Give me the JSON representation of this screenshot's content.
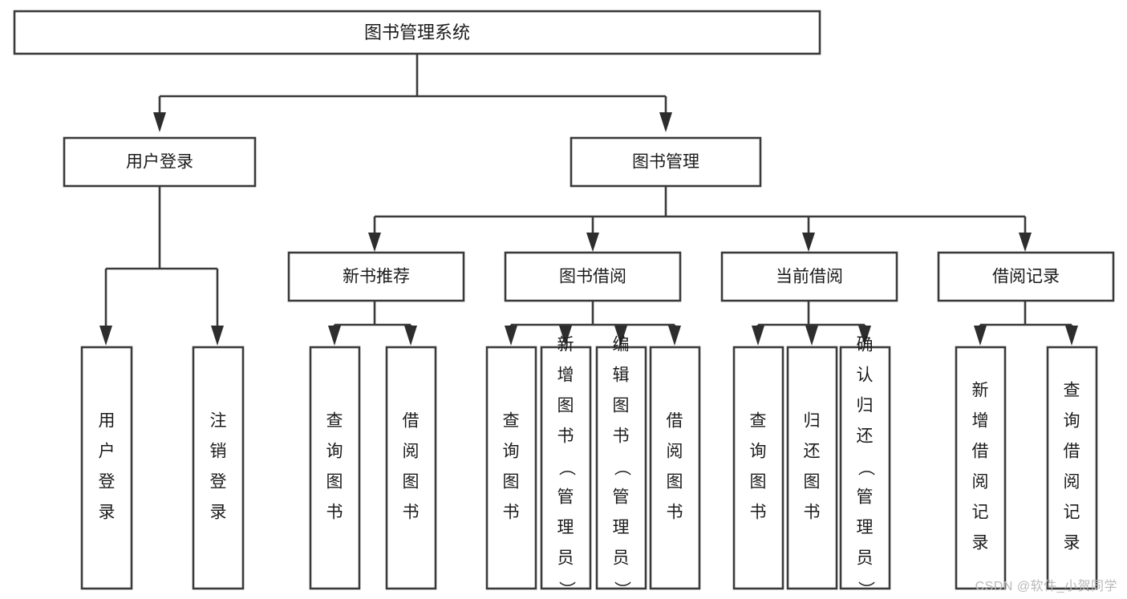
{
  "diagram": {
    "kind": "tree-hierarchy",
    "title": "图书管理系统",
    "watermark": "CSDN @软件_小贺同学",
    "colors": {
      "box_stroke": "#3a3a3a",
      "box_fill": "#ffffff",
      "connector": "#3a3a3a",
      "text": "#1b1b1b",
      "watermark": "#b9b9b9",
      "background": "#ffffff"
    }
  },
  "nodes": {
    "root": {
      "label": "图书管理系统",
      "level": 0
    },
    "level1": [
      {
        "id": "user-login",
        "label": "用户登录"
      },
      {
        "id": "book-manage",
        "label": "图书管理"
      }
    ],
    "level2": [
      {
        "id": "new-book-recommend",
        "label": "新书推荐",
        "parent": "book-manage"
      },
      {
        "id": "book-borrow",
        "label": "图书借阅",
        "parent": "book-manage"
      },
      {
        "id": "current-borrow",
        "label": "当前借阅",
        "parent": "book-manage"
      },
      {
        "id": "borrow-record",
        "label": "借阅记录",
        "parent": "book-manage"
      }
    ],
    "leaves": [
      {
        "id": "leaf-user-login",
        "label": "用户登录",
        "parent": "user-login"
      },
      {
        "id": "leaf-logout",
        "label": "注销登录",
        "parent": "user-login"
      },
      {
        "id": "leaf-query-book-1",
        "label": "查询图书",
        "parent": "new-book-recommend"
      },
      {
        "id": "leaf-borrow-book-1",
        "label": "借阅图书",
        "parent": "new-book-recommend"
      },
      {
        "id": "leaf-query-book-2",
        "label": "查询图书",
        "parent": "book-borrow"
      },
      {
        "id": "leaf-add-book",
        "label": "新增图书（管理员）",
        "parent": "book-borrow"
      },
      {
        "id": "leaf-edit-book",
        "label": "编辑图书（管理员）",
        "parent": "book-borrow"
      },
      {
        "id": "leaf-borrow-book-2",
        "label": "借阅图书",
        "parent": "book-borrow"
      },
      {
        "id": "leaf-query-book-3",
        "label": "查询图书",
        "parent": "current-borrow"
      },
      {
        "id": "leaf-return-book",
        "label": "归还图书",
        "parent": "current-borrow"
      },
      {
        "id": "leaf-confirm-return",
        "label": "确认归还（管理员）",
        "parent": "current-borrow"
      },
      {
        "id": "leaf-add-record",
        "label": "新增借阅记录",
        "parent": "borrow-record"
      },
      {
        "id": "leaf-query-record",
        "label": "查询借阅记录",
        "parent": "borrow-record"
      }
    ]
  }
}
